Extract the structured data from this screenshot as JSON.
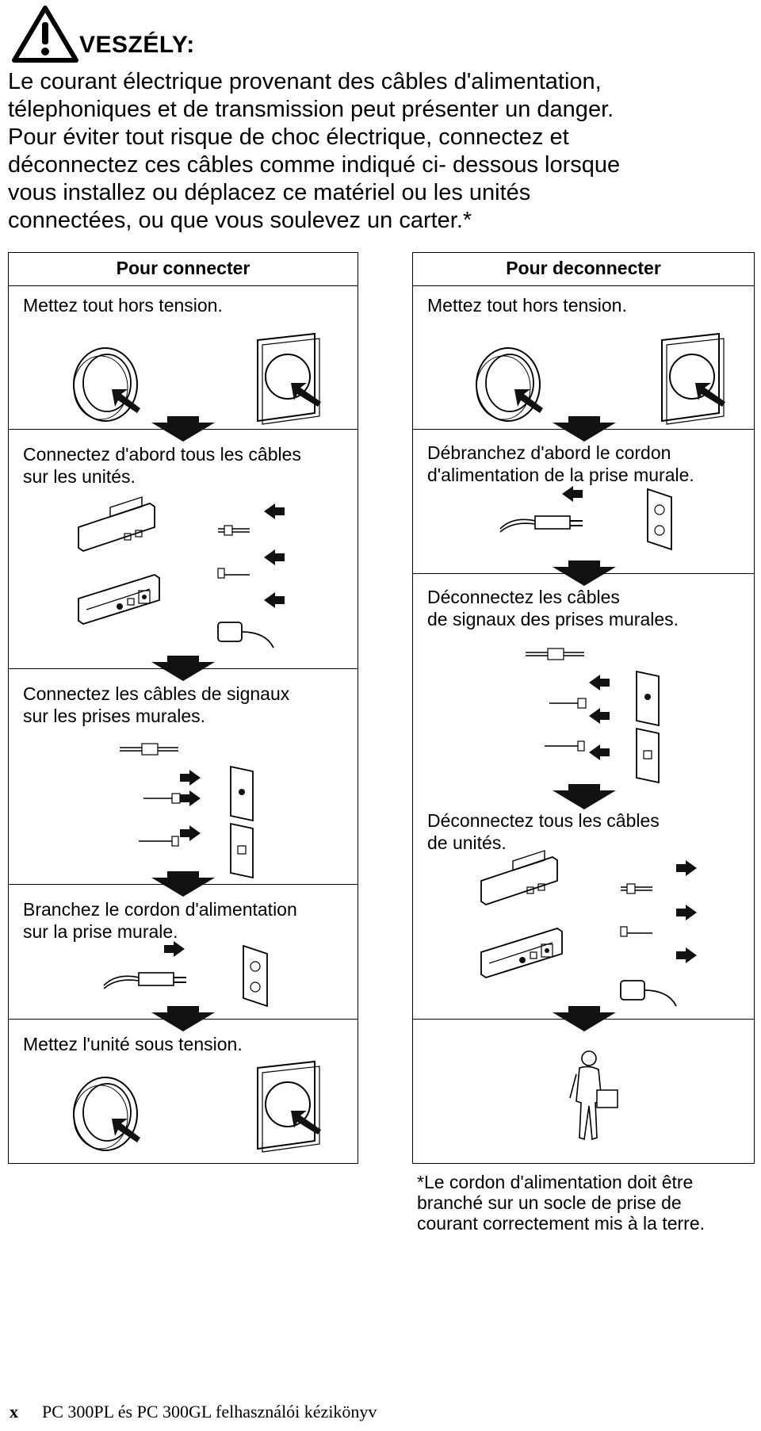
{
  "warning": {
    "title": "VESZÉLY:",
    "icon": "warning-triangle-icon",
    "lines": [
      "Le courant électrique provenant des câbles d'alimentation,",
      "télephoniques et de transmission peut présenter un danger.",
      "Pour éviter tout risque de choc électrique, connectez et",
      "déconnectez ces câbles comme indiqué ci- dessous lorsque",
      "vous installez ou déplacez ce matériel ou les unités",
      "connectées, ou que vous soulevez un carter.*"
    ]
  },
  "connect": {
    "heading": "Pour connecter",
    "steps": [
      {
        "lines": [
          "Mettez tout hors tension."
        ]
      },
      {
        "lines": [
          "Connectez d'abord tous les câbles",
          "sur les unités."
        ]
      },
      {
        "lines": [
          "Connectez les câbles de signaux",
          "sur les prises murales."
        ]
      },
      {
        "lines": [
          "Branchez le cordon d'alimentation",
          "sur la prise murale."
        ]
      },
      {
        "lines": [
          "Mettez l'unité sous tension."
        ]
      }
    ]
  },
  "disconnect": {
    "heading": "Pour deconnecter",
    "steps": [
      {
        "lines": [
          "Mettez tout hors tension."
        ]
      },
      {
        "lines": [
          "Débranchez d'abord le cordon",
          "d'alimentation de la prise murale."
        ]
      },
      {
        "lines": [
          "Déconnectez les câbles",
          "de signaux des prises murales."
        ]
      },
      {
        "lines": [
          "Déconnectez tous les câbles",
          "de unités."
        ]
      }
    ]
  },
  "footnote": {
    "lines": [
      "*Le cordon d'alimentation doit être",
      "branché sur un socle de prise de",
      "courant correctement mis à la terre."
    ]
  },
  "footer": {
    "page_number": "x",
    "book_title": "PC 300PL és PC 300GL felhasználói kézikönyv"
  },
  "colors": {
    "ink": "#000000",
    "paper": "#ffffff"
  }
}
